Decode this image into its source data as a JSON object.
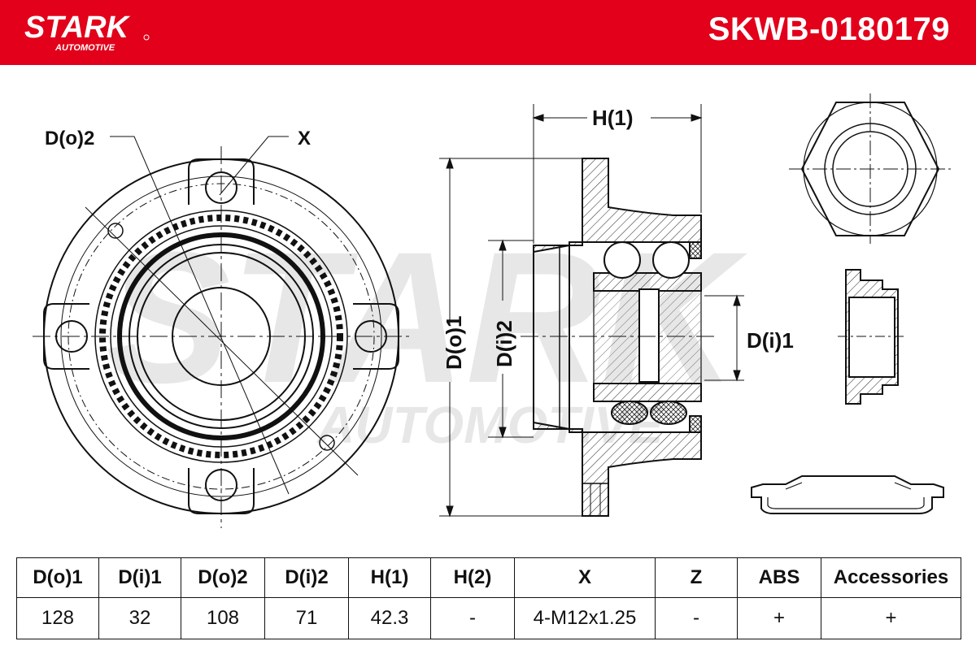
{
  "header": {
    "brand_name": "STARK",
    "brand_sub": "AUTOMOTIVE",
    "brand_color": "#e2001a",
    "part_number": "SKWB-0180179"
  },
  "watermark": {
    "text": "STARK",
    "sub": "AUTOMOTIVE",
    "registered_mark": "®"
  },
  "drawing_labels": {
    "do2": "D(o)2",
    "x": "X",
    "h1": "H(1)",
    "do1": "D(o)1",
    "di2": "D(i)2",
    "di1": "D(i)1"
  },
  "table": {
    "headers": [
      "D(o)1",
      "D(i)1",
      "D(o)2",
      "D(i)2",
      "H(1)",
      "H(2)",
      "X",
      "Z",
      "ABS",
      "Accessories"
    ],
    "rows": [
      [
        "128",
        "32",
        "108",
        "71",
        "42.3",
        "-",
        "4-M12x1.25",
        "-",
        "+",
        "+"
      ]
    ]
  }
}
